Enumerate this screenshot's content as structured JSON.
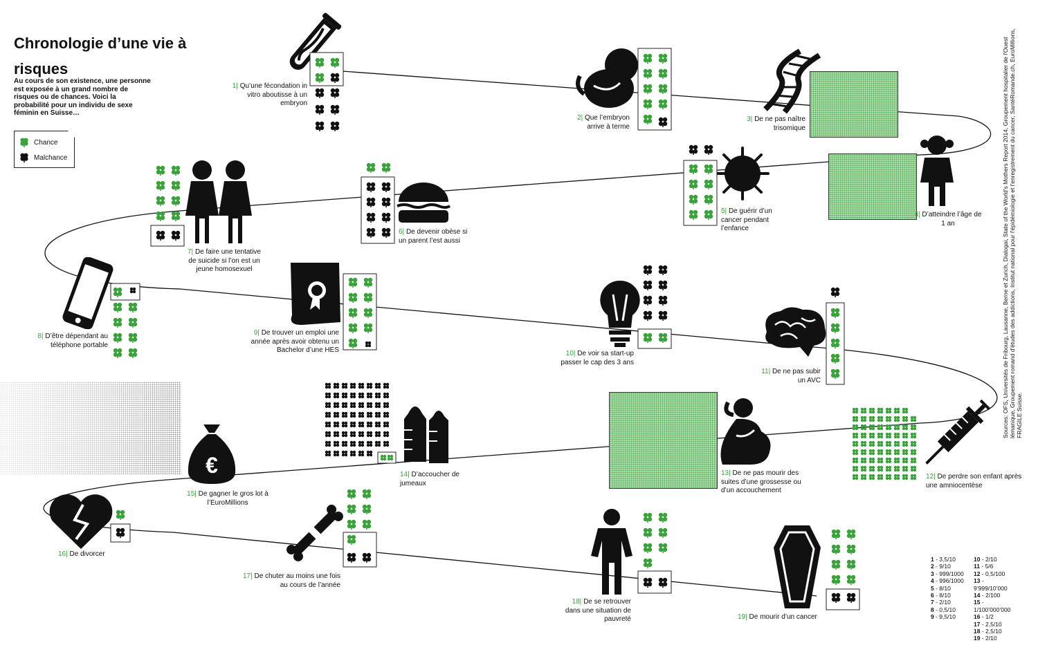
{
  "title": "Chronologie d’une vie à risques",
  "subtitle": "Au cours de son existence, une personne est exposée à un grand nombre de risques ou de chances. Voici la probabilité pour un individu de sexe féminin en Suisse…",
  "legend": {
    "chance": "Chance",
    "malchance": "Malchance"
  },
  "colors": {
    "chance": "#3aa23a",
    "malchance": "#111111",
    "accent": "#3aa23a"
  },
  "events": [
    {
      "num": "1|",
      "text": "Qu’une fécondation in vitro aboutisse à un embryon",
      "icon": "test-tube-icon"
    },
    {
      "num": "2|",
      "text": "Que l’embryon arrive à terme",
      "icon": "fetus-icon"
    },
    {
      "num": "3|",
      "text": "De ne pas naître trisomique",
      "icon": "dna-icon"
    },
    {
      "num": "4|",
      "text": "D’atteindre l’âge de 1 an",
      "icon": "girl-icon"
    },
    {
      "num": "5|",
      "text": "De guérir d’un cancer pendant l’enfance",
      "icon": "virus-icon"
    },
    {
      "num": "6|",
      "text": "De devenir obèse si un parent l’est aussi",
      "icon": "burger-icon"
    },
    {
      "num": "7|",
      "text": "De faire une tentative de suicide si l’on est un jeune homosexuel",
      "icon": "couple-icon"
    },
    {
      "num": "8|",
      "text": "D’être dépendant au téléphone portable",
      "icon": "phone-icon"
    },
    {
      "num": "9|",
      "text": "De trouver un emploi une année après avoir obtenu un Bachelor d’une HES",
      "icon": "diploma-icon"
    },
    {
      "num": "10|",
      "text": "De voir sa start-up passer le cap des 3 ans",
      "icon": "lightbulb-icon"
    },
    {
      "num": "11|",
      "text": "De ne pas subir un AVC",
      "icon": "brain-icon"
    },
    {
      "num": "12|",
      "text": "De perdre son enfant après une amniocentèse",
      "icon": "syringe-icon"
    },
    {
      "num": "13|",
      "text": "De ne pas mourir des suites d’une grossesse ou d’un accouchement",
      "icon": "pregnant-icon"
    },
    {
      "num": "14|",
      "text": "D’accoucher de jumeaux",
      "icon": "bottles-icon"
    },
    {
      "num": "15|",
      "text": "De gagner le gros lot à l’EuroMillions",
      "icon": "money-bag-icon"
    },
    {
      "num": "16|",
      "text": "De divorcer",
      "icon": "broken-heart-icon"
    },
    {
      "num": "17|",
      "text": "De chuter au moins une fois au cours de l’année",
      "icon": "broken-bone-icon"
    },
    {
      "num": "18|",
      "text": "De se retrouver dans une situation de pauvreté",
      "icon": "man-icon"
    },
    {
      "num": "19|",
      "text": "De mourir d’un cancer",
      "icon": "coffin-icon"
    }
  ],
  "key": [
    {
      "n": "1",
      "v": "- 3,5/10"
    },
    {
      "n": "2",
      "v": "- 9/10"
    },
    {
      "n": "3",
      "v": "- 999/1000"
    },
    {
      "n": "4",
      "v": "- 996/1000"
    },
    {
      "n": "5",
      "v": "- 8/10"
    },
    {
      "n": "6",
      "v": "- 8/10"
    },
    {
      "n": "7",
      "v": "- 2/10"
    },
    {
      "n": "8",
      "v": "- 0,5/10"
    },
    {
      "n": "9",
      "v": "- 9,5/10"
    },
    {
      "n": "10",
      "v": "- 2/10"
    },
    {
      "n": "11",
      "v": "- 5/6"
    },
    {
      "n": "12",
      "v": "- 0,5/100"
    },
    {
      "n": "13",
      "v": "- 9’999/10’000"
    },
    {
      "n": "14",
      "v": "- 2/100"
    },
    {
      "n": "15",
      "v": "- 1/100’000’000"
    },
    {
      "n": "16",
      "v": "- 1/2"
    },
    {
      "n": "17",
      "v": "- 2,5/10"
    },
    {
      "n": "18",
      "v": "- 2,5/10"
    },
    {
      "n": "19",
      "v": "- 2/10"
    }
  ],
  "sources": "Sources: OFS, Universités de Fribourg, Lausanne, Berne et Zurich, Dialogai, State of the World's Mothers Report 2014, Groupement hospitalier de l'Ouest lémanique, Groupement romand d'études des addictions, Institut national pour l'épidémiologie et l'enregistrement du cancer, SantéRomande.ch, EuroMillions, FRAGILE Suisse."
}
